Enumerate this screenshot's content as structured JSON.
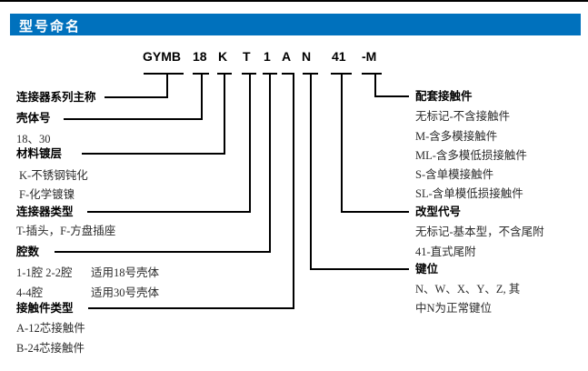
{
  "header": {
    "title": "型号命名"
  },
  "colors": {
    "accent_blue": "#0071bd",
    "line_black": "#000000"
  },
  "part_number": {
    "segments": [
      "GYMB",
      "18",
      "K",
      "T",
      "1",
      "A",
      "N",
      "41",
      "-M"
    ]
  },
  "left": {
    "series_label": "连接器系列主称",
    "shell_label": "壳体号",
    "shell_values": "18、30",
    "plating_label": "材料镀层",
    "plating_items": [
      "K-不锈钢钝化",
      "F-化学镀镍"
    ],
    "type_label": "连接器类型",
    "type_item": "T-插头，F-方盘插座",
    "cavity_label": "腔数",
    "cavity_row1_left": "1-1腔  2-2腔",
    "cavity_row1_right": "适用18号壳体",
    "cavity_row2_left": "4-4腔",
    "cavity_row2_right": "适用30号壳体",
    "contact_label": "接触件类型",
    "contact_items": [
      "A-12芯接触件",
      "B-24芯接触件"
    ]
  },
  "right": {
    "mating_label": "配套接触件",
    "mating_items": [
      "无标记-不含接触件",
      "M-含多模接触件",
      "ML-含多模低损接触件",
      "S-含单模接触件",
      "SL-含单模低损接触件"
    ],
    "mod_label": "改型代号",
    "mod_items": [
      "无标记-基本型，不含尾附",
      "41-直式尾附"
    ],
    "key_label": "键位",
    "key_item1": "N、W、X、Y、Z, 其",
    "key_item2": "中N为正常键位"
  }
}
